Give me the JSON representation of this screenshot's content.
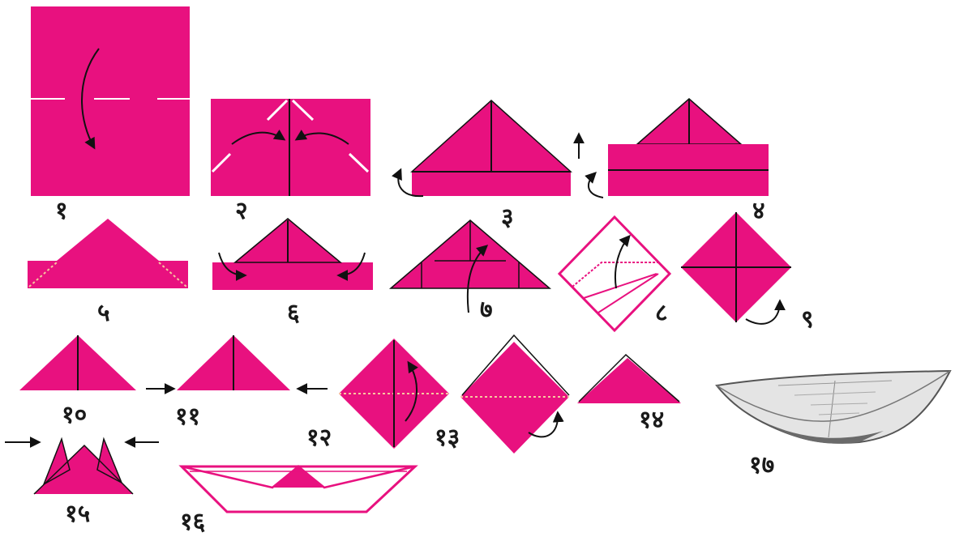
{
  "colors": {
    "paper": "#e8117f",
    "line": "#111111",
    "crease": "#ffffff",
    "fold_dotted": "#f6c7a0"
  },
  "steps": [
    {
      "id": 1,
      "label": "१"
    },
    {
      "id": 2,
      "label": "२"
    },
    {
      "id": 3,
      "label": "३"
    },
    {
      "id": 4,
      "label": "४"
    },
    {
      "id": 5,
      "label": "५"
    },
    {
      "id": 6,
      "label": "६"
    },
    {
      "id": 7,
      "label": "७"
    },
    {
      "id": 8,
      "label": "८"
    },
    {
      "id": 9,
      "label": "९"
    },
    {
      "id": 10,
      "label": "१०"
    },
    {
      "id": 11,
      "label": "११"
    },
    {
      "id": 12,
      "label": "१२"
    },
    {
      "id": 13,
      "label": "१३"
    },
    {
      "id": 14,
      "label": "१४"
    },
    {
      "id": 15,
      "label": "१५"
    },
    {
      "id": 16,
      "label": "१६"
    },
    {
      "id": 17,
      "label": "१७"
    }
  ]
}
